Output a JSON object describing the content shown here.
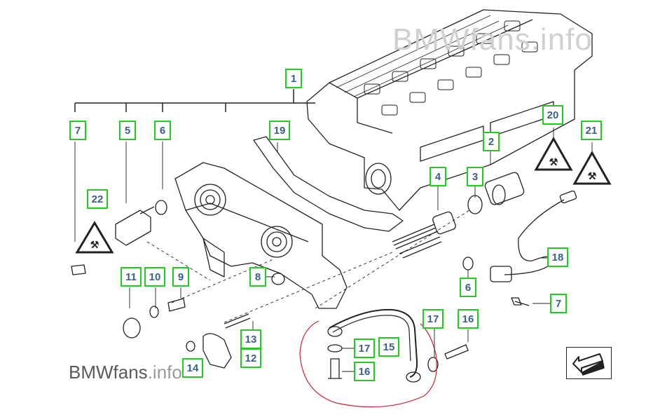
{
  "watermarks": {
    "top_text": "BMWfans.info",
    "bottom_brand": "BMWfans",
    "bottom_suffix": ".info"
  },
  "colors": {
    "callout_border": "#22cc22",
    "callout_text": "#3a5f8c",
    "highlight_circle": "#cc2233"
  },
  "callouts": {
    "c1": "1",
    "c2": "2",
    "c3": "3",
    "c4": "4",
    "c5": "5",
    "c6a": "6",
    "c6b": "6",
    "c7a": "7",
    "c7b": "7",
    "c8": "8",
    "c9": "9",
    "c10": "10",
    "c11": "11",
    "c12": "12",
    "c13": "13",
    "c14": "14",
    "c15": "15",
    "c16a": "16",
    "c16b": "16",
    "c17a": "17",
    "c17b": "17",
    "c18": "18",
    "c19": "19",
    "c20": "20",
    "c21": "21",
    "c22": "22"
  },
  "icons": {
    "warning_triangles": [
      "warning-triangle-icon"
    ],
    "navigation": "return-arrow-icon"
  }
}
